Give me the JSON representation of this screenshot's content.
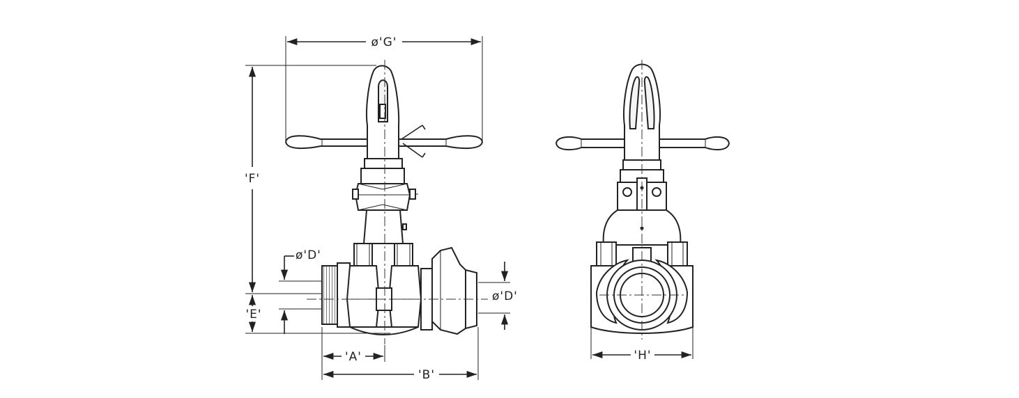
{
  "labels": {
    "dim_g": "ø'G'",
    "dim_f": "'F'",
    "dim_d_left": "ø'D'",
    "dim_d_right": "ø'D'",
    "dim_e": "'E'",
    "dim_a": "'A'",
    "dim_b": "'B'",
    "dim_h": "'H'"
  },
  "colors": {
    "line": "#222222",
    "background": "#ffffff"
  }
}
